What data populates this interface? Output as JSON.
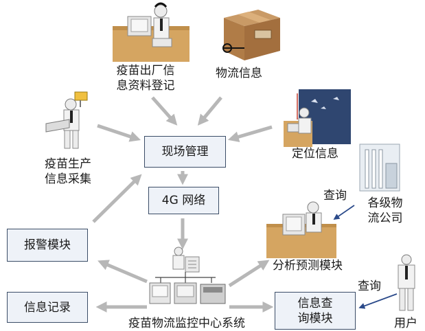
{
  "nodes": {
    "vaccine_factory_registration": "疫苗出厂信息资料登记",
    "logistics_info": "物流信息",
    "vaccine_production_collection": "疫苗生产信息采集",
    "location_info": "定位信息",
    "site_management": "现场管理",
    "network_4g": "4G 网络",
    "logistics_companies": "各级物流公司",
    "alarm_module": "报警模块",
    "analysis_prediction_module": "分析预测模块",
    "info_record": "信息记录",
    "info_query_module": "信息查询模块",
    "monitoring_center_system": "疫苗物流监控中心系统",
    "user": "用户"
  },
  "edges": {
    "query_from_companies": "查询",
    "query_from_user": "查询"
  },
  "colors": {
    "arrow": "#b7b7b7",
    "arrow_blue": "#2b4a8a",
    "box_border": "#3a4c66",
    "box_fill": "#eef2f8"
  }
}
